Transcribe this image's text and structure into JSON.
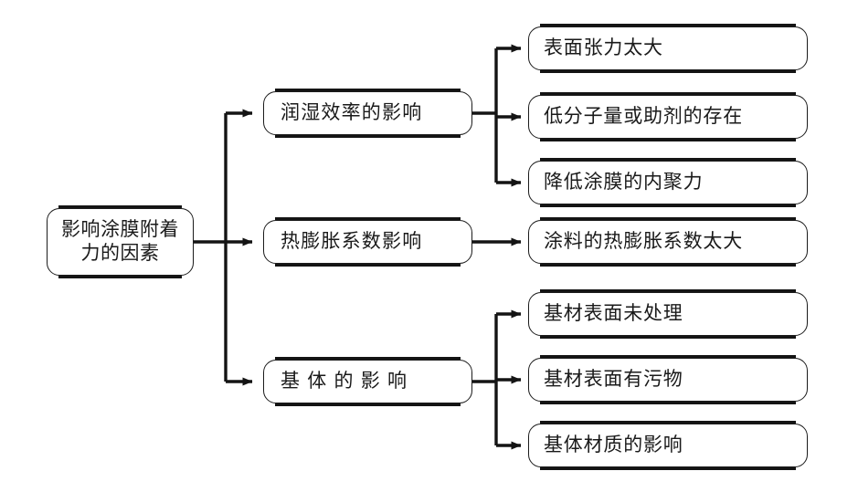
{
  "diagram": {
    "title": "影响涂膜附着力的因素",
    "type": "tree-flowchart",
    "colors": {
      "line": "#141414",
      "border": "#1b1b1b",
      "text": "#1a1a1a",
      "background": "#ffffff"
    },
    "root": {
      "id": "root",
      "label": "影响涂膜附着\n力的因素"
    },
    "branches": [
      {
        "id": "branch-wetting",
        "label": "润湿效率的影响",
        "children": [
          {
            "id": "leaf-surface-tension",
            "label": "表面张力太大"
          },
          {
            "id": "leaf-low-molecular",
            "label": "低分子量或助剂的存在"
          },
          {
            "id": "leaf-cohesion",
            "label": "降低涂膜的内聚力"
          }
        ]
      },
      {
        "id": "branch-thermal-expansion",
        "label": "热膨胀系数影响",
        "children": [
          {
            "id": "leaf-coating-expansion",
            "label": "涂料的热膨胀系数太大"
          }
        ]
      },
      {
        "id": "branch-substrate",
        "label": "基 体 的 影 响",
        "children": [
          {
            "id": "leaf-untreated-surface",
            "label": "基材表面未处理"
          },
          {
            "id": "leaf-contaminated-surface",
            "label": "基材表面有污物"
          },
          {
            "id": "leaf-substrate-material",
            "label": "基体材质的影响"
          }
        ]
      }
    ]
  }
}
